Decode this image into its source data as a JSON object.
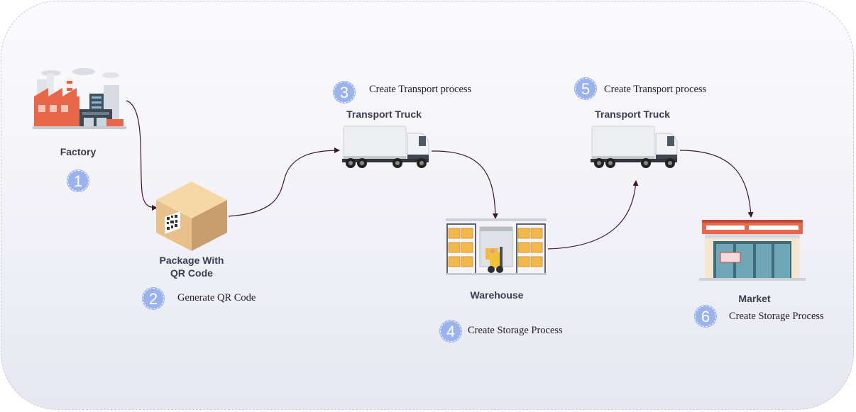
{
  "nodes": {
    "factory": {
      "label": "Factory"
    },
    "package": {
      "label": "Package With\nQR Code"
    },
    "truck1": {
      "label": "Transport Truck"
    },
    "warehouse": {
      "label": "Warehouse"
    },
    "truck2": {
      "label": "Transport Truck"
    },
    "market": {
      "label": "Market"
    }
  },
  "steps": [
    {
      "number": "1",
      "text": ""
    },
    {
      "number": "2",
      "text": "Generate QR Code"
    },
    {
      "number": "3",
      "text": "Create Transport process"
    },
    {
      "number": "4",
      "text": "Create Storage Process"
    },
    {
      "number": "5",
      "text": "Create Transport process"
    },
    {
      "number": "6",
      "text": "Create Storage Process"
    }
  ],
  "colors": {
    "badge": "#9ab3ee",
    "connector": "#3a1a2a",
    "label": "#3b3d4f"
  },
  "icons": [
    "factory-icon",
    "qr-package-icon",
    "truck-icon",
    "warehouse-icon",
    "truck-icon",
    "market-icon"
  ]
}
